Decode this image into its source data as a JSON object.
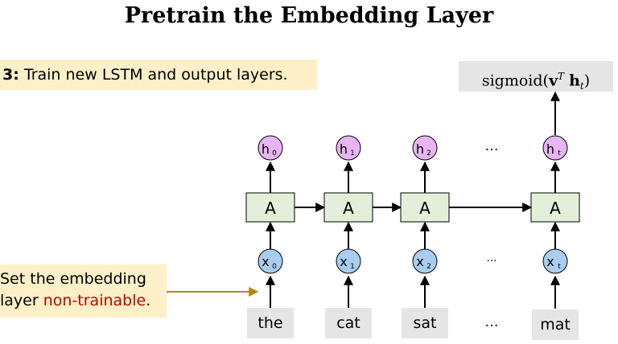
{
  "title": "Pretrain the Embedding Layer",
  "step": {
    "number": "3:",
    "text": "Train new LSTM and output layers."
  },
  "output": {
    "prefix": "sigmoid(",
    "v": "v",
    "T": "T",
    "h": "h",
    "t": "t",
    "suffix": ")"
  },
  "note": {
    "line1": "Set the embedding",
    "line2_prefix": "layer ",
    "line2_red": "non-trainable",
    "line2_suffix": "."
  },
  "nodes": {
    "cell_label": "A",
    "hidden": [
      {
        "base": "h",
        "sub": "0"
      },
      {
        "base": "h",
        "sub": "1"
      },
      {
        "base": "h",
        "sub": "2"
      },
      {
        "base": "h",
        "sub": "t"
      }
    ],
    "inputs": [
      {
        "base": "x",
        "sub": "0"
      },
      {
        "base": "x",
        "sub": "1"
      },
      {
        "base": "x",
        "sub": "2"
      },
      {
        "base": "x",
        "sub": "t"
      }
    ]
  },
  "words": [
    "the",
    "cat",
    "sat",
    "mat"
  ],
  "ellipsis": "…",
  "colors": {
    "hidden_fill": "#e7b5f2",
    "input_fill": "#a9cdee",
    "cell_fill": "#e2f0d9",
    "note_arrow": "#b8860b",
    "highlight": "#fdf0c8",
    "gray_box": "#e5e5e5",
    "red_text": "#c00000"
  }
}
